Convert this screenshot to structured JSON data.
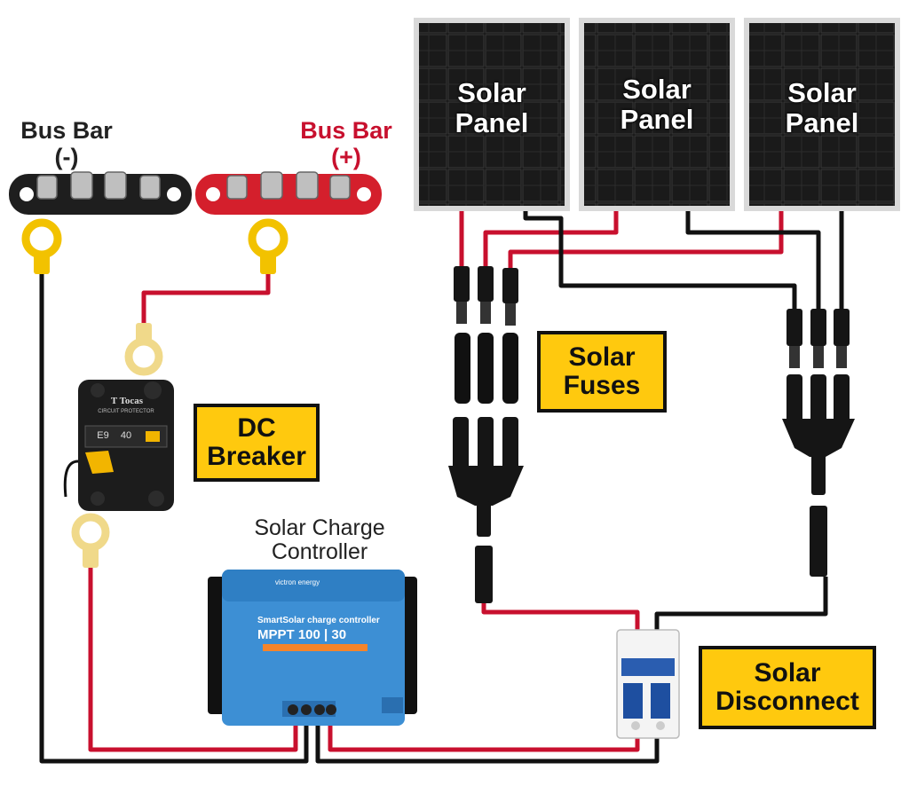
{
  "bus_bar_negative": {
    "title": "Bus Bar",
    "polarity": "(-)",
    "color": "#222222"
  },
  "bus_bar_positive": {
    "title": "Bus Bar",
    "polarity": "(+)",
    "color": "#c8102e"
  },
  "solar_panels": [
    {
      "line1": "Solar",
      "line2": "Panel"
    },
    {
      "line1": "Solar",
      "line2": "Panel"
    },
    {
      "line1": "Solar",
      "line2": "Panel"
    }
  ],
  "callouts": {
    "solar_fuses": {
      "line1": "Solar",
      "line2": "Fuses"
    },
    "dc_breaker": {
      "line1": "DC",
      "line2": "Breaker"
    },
    "solar_disconnect": {
      "line1": "Solar",
      "line2": "Disconnect"
    }
  },
  "charge_controller": {
    "label_line1": "Solar Charge",
    "label_line2": "Controller",
    "brand": "victron energy",
    "product_line": "SmartSolar charge controller",
    "model": "MPPT 100 | 30",
    "color": "#3d8fd4"
  },
  "breaker": {
    "brand": "T Tocas",
    "subtitle": "CIRCUIT PROTECTOR",
    "code": "E9",
    "rating": "40"
  },
  "wire_colors": {
    "positive": "#c8102e",
    "negative": "#111111"
  },
  "callout_color": "#ffc90e"
}
